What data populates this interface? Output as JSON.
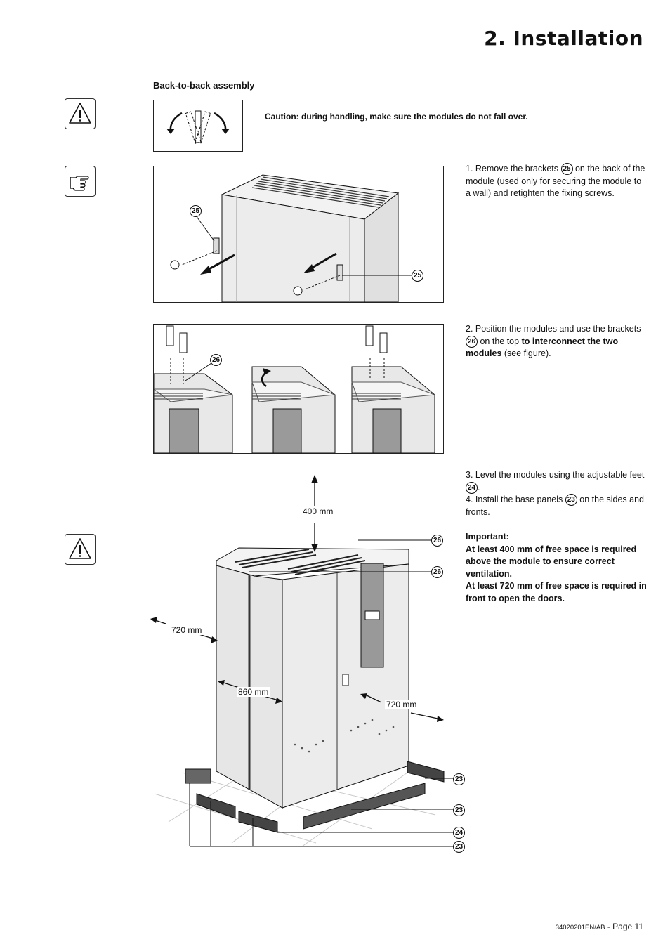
{
  "header": {
    "title": "2. Installation"
  },
  "section": {
    "heading": "Back-to-back assembly"
  },
  "caution": {
    "text": "Caution: during handling, make sure the modules do not fall over."
  },
  "steps": {
    "step1": {
      "a": "1. Remove the brackets",
      "ref": "25",
      "b": "on the back of the module  (used only for securing the module to a wall) and retighten the fixing screws."
    },
    "step2": {
      "a": "2. Position the modules and use the brackets",
      "ref": "26",
      "b": "on the top",
      "bold": "to interconnect the two modules",
      "c": "(see figure)."
    },
    "step3": {
      "a": "3. Level the modules using the adjustable feet",
      "ref": "24",
      "b": "."
    },
    "step4": {
      "a": "4. Install the base panels",
      "ref": "23",
      "b": "on the sides and fronts."
    },
    "important": {
      "label": "Important:",
      "line1": "At least 400 mm of free space is required above the module to ensure correct ventilation.",
      "line2": "At least 720 mm of free space is required in front to open the doors."
    }
  },
  "figure": {
    "callouts": {
      "c25": "25",
      "c26": "26",
      "c23": "23",
      "c24": "24"
    },
    "dims": {
      "top": "400 mm",
      "left": "720 mm",
      "width": "860 mm",
      "front": "720 mm"
    }
  },
  "icons": [
    "warning-triangle-icon",
    "pointing-hand-icon",
    "warning-triangle-icon"
  ],
  "footer": {
    "code": "34020201EN/AB",
    "page": "- Page 11"
  }
}
